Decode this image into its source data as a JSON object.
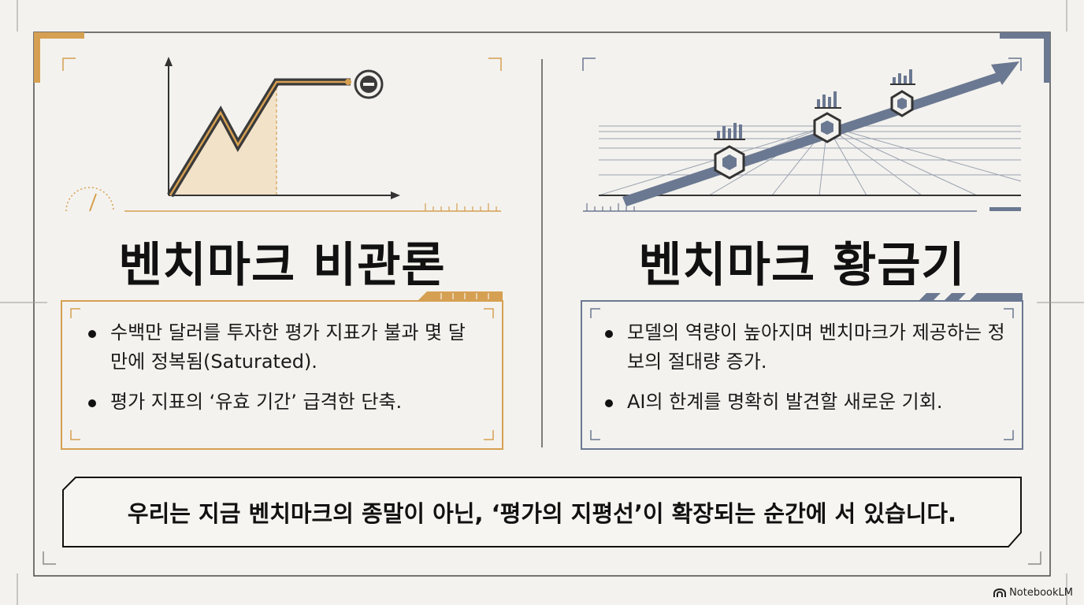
{
  "colors": {
    "gold": "#d6a052",
    "slate": "#6b7891",
    "dark": "#3a3a3a",
    "background": "#f3f2ee"
  },
  "left": {
    "title": "벤치마크 비관론",
    "bullets": [
      "수백만 달러를 투자한 평가 지표가 불과 몇 달 만에 정복됨(Saturated).",
      "평가 지표의 ‘유효 기간’ 급격한 단축."
    ],
    "illustration": "plateau-line-chart-with-minus-icon"
  },
  "right": {
    "title": "벤치마크 황금기",
    "bullets": [
      "모델의 역량이 높아지며 벤치마크가 제공하는 정보의 절대량 증가.",
      "AI의 한계를 명확히 발견할 새로운 기회."
    ],
    "illustration": "rising-arrow-over-perspective-grid-with-bar-chart-icons"
  },
  "conclusion": "우리는 지금 벤치마크의 종말이 아닌, ‘평가의 지평선’이 확장되는 순간에 서 있습니다.",
  "watermark": {
    "text": "NotebookLM",
    "icon": "notebooklm-logo-icon"
  }
}
